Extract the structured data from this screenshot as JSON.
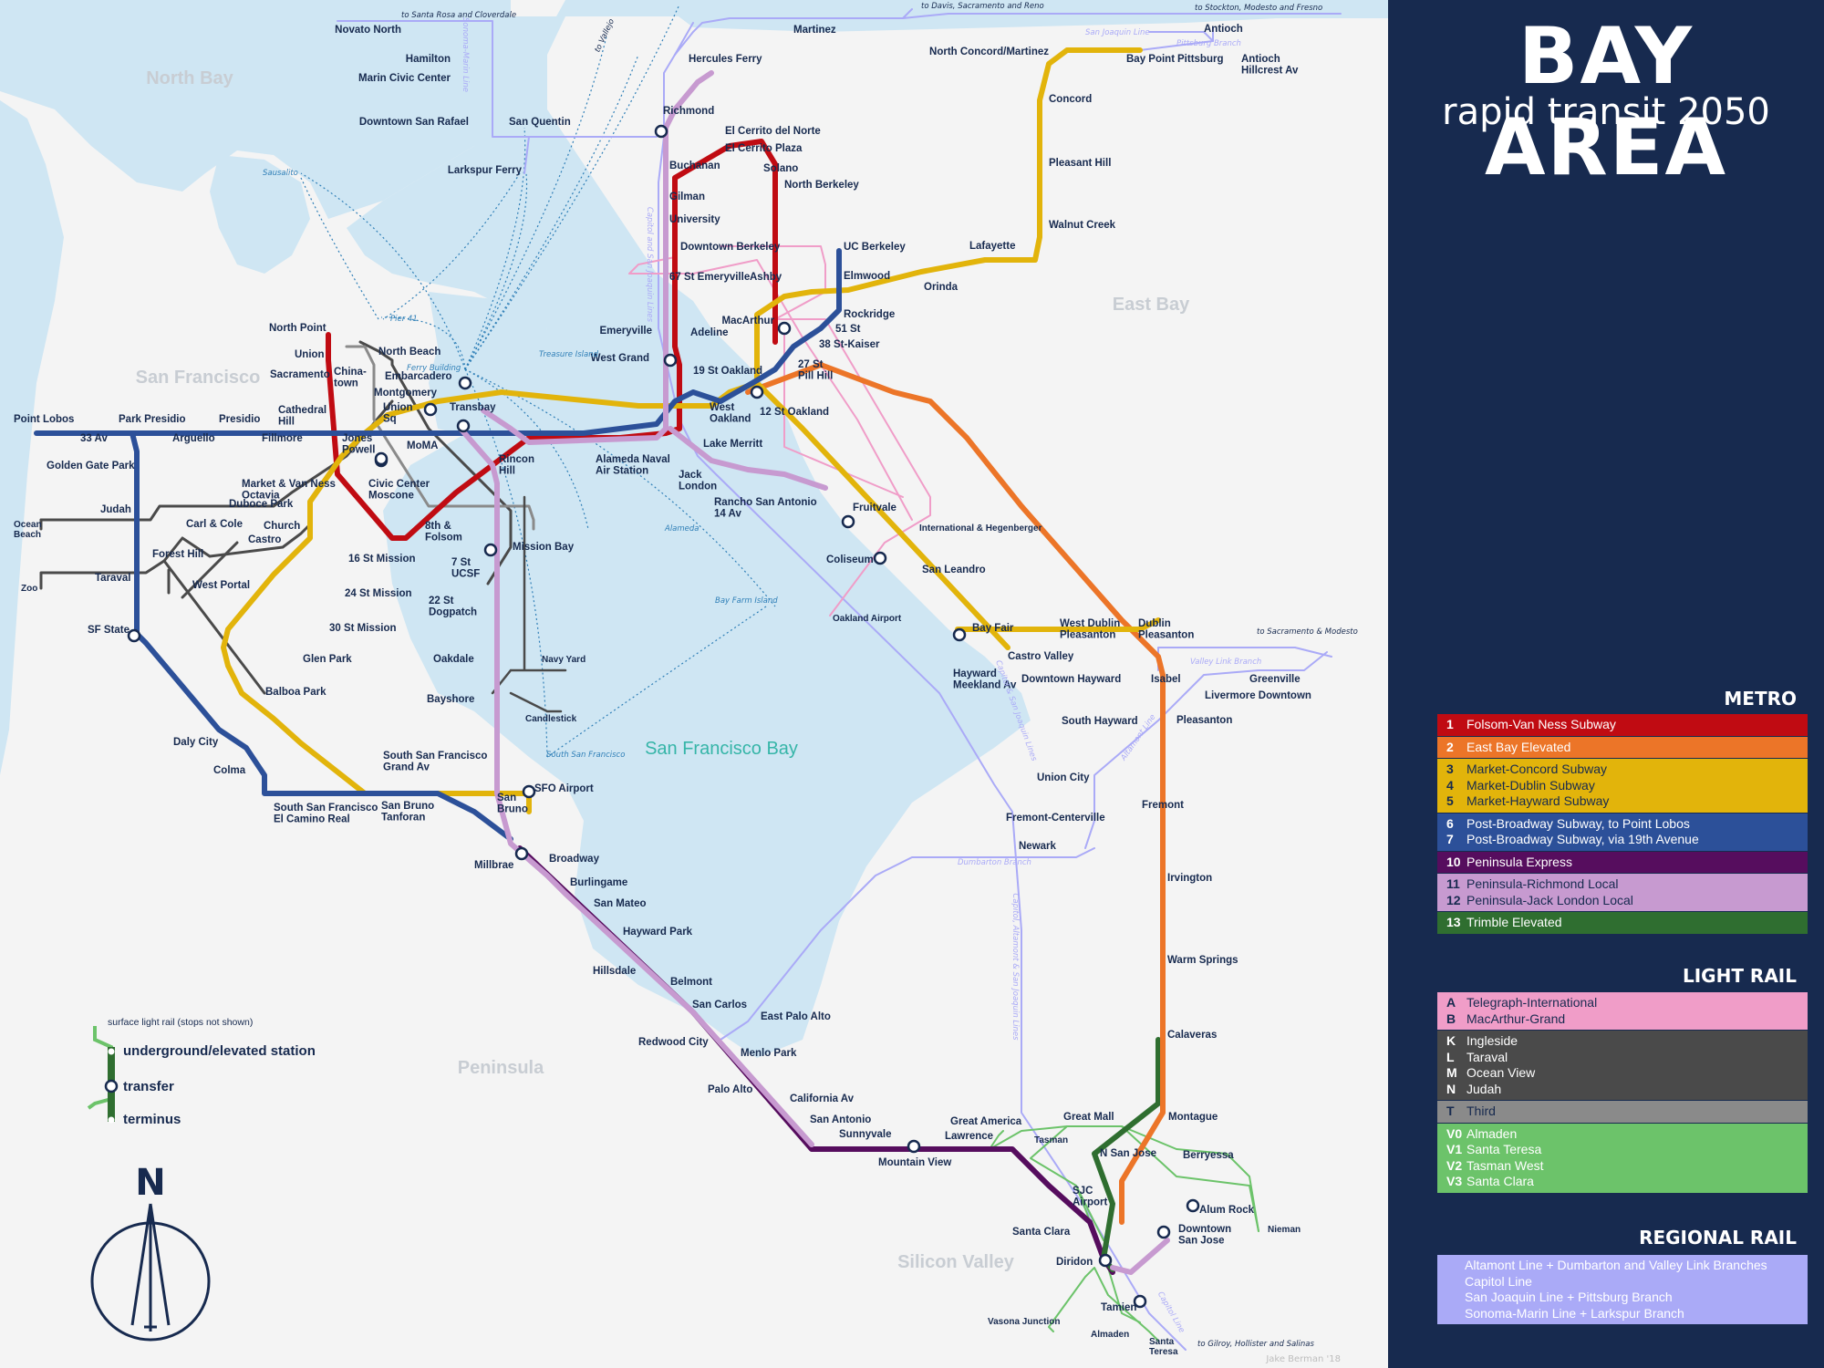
{
  "header": {
    "title": "BAY AREA",
    "subtitle": "rapid transit 2050"
  },
  "credit": "Jake Berman '18",
  "regions": {
    "north_bay": "North Bay",
    "san_francisco": "San Francisco",
    "east_bay": "East Bay",
    "peninsula": "Peninsula",
    "silicon_valley": "Silicon Valley",
    "sf_bay": "San Francisco Bay"
  },
  "legend": {
    "metro": {
      "title": "METRO",
      "groups": [
        {
          "color": "#c00b12",
          "text": "#ffffff",
          "items": [
            {
              "code": "1",
              "name": "Folsom-Van Ness Subway"
            }
          ]
        },
        {
          "color": "#ec7528",
          "text": "#ffffff",
          "items": [
            {
              "code": "2",
              "name": "East Bay Elevated"
            }
          ]
        },
        {
          "color": "#e2b40b",
          "text": "#172a4f",
          "items": [
            {
              "code": "3",
              "name": "Market-Concord Subway"
            },
            {
              "code": "4",
              "name": "Market-Dublin Subway"
            },
            {
              "code": "5",
              "name": "Market-Hayward Subway"
            }
          ]
        },
        {
          "color": "#2c5099",
          "text": "#ffffff",
          "items": [
            {
              "code": "6",
              "name": "Post-Broadway Subway, to Point Lobos"
            },
            {
              "code": "7",
              "name": "Post-Broadway Subway, via 19th Avenue"
            }
          ]
        },
        {
          "color": "#560d5e",
          "text": "#ffffff",
          "items": [
            {
              "code": "10",
              "name": "Peninsula Express"
            }
          ]
        },
        {
          "color": "#c79ad0",
          "text": "#172a4f",
          "items": [
            {
              "code": "11",
              "name": "Peninsula-Richmond Local"
            },
            {
              "code": "12",
              "name": "Peninsula-Jack London Local"
            }
          ]
        },
        {
          "color": "#2f6e30",
          "text": "#ffffff",
          "items": [
            {
              "code": "13",
              "name": "Trimble Elevated"
            }
          ]
        }
      ]
    },
    "light_rail": {
      "title": "LIGHT RAIL",
      "groups": [
        {
          "color": "#f09dc8",
          "text": "#172a4f",
          "items": [
            {
              "code": "A",
              "name": "Telegraph-International"
            },
            {
              "code": "B",
              "name": "MacArthur-Grand"
            }
          ]
        },
        {
          "color": "#4a4a4a",
          "text": "#ffffff",
          "items": [
            {
              "code": "K",
              "name": "Ingleside"
            },
            {
              "code": "L",
              "name": "Taraval"
            },
            {
              "code": "M",
              "name": "Ocean View"
            },
            {
              "code": "N",
              "name": "Judah"
            }
          ]
        },
        {
          "color": "#8a8a8a",
          "text": "#172a4f",
          "items": [
            {
              "code": "T",
              "name": "Third"
            }
          ]
        },
        {
          "color": "#6cc36a",
          "text": "#ffffff",
          "items": [
            {
              "code": "V0",
              "name": "Almaden"
            },
            {
              "code": "V1",
              "name": "Santa Teresa"
            },
            {
              "code": "V2",
              "name": "Tasman West"
            },
            {
              "code": "V3",
              "name": "Santa Clara"
            }
          ]
        }
      ]
    },
    "regional": {
      "title": "REGIONAL RAIL",
      "color": "#aaaaf7",
      "text": "#ffffff",
      "items": [
        "Altamont Line + Dumbarton and Valley Link Branches",
        "Capitol Line",
        "San Joaquin Line + Pittsburg Branch",
        "Sonoma-Marin Line + Larkspur Branch"
      ]
    },
    "map_key": {
      "surface": "surface light rail (stops not shown)",
      "underground": "underground/elevated station",
      "transfer": "transfer",
      "terminus": "terminus"
    }
  },
  "compass": "N",
  "map_colors": {
    "water": "#cfe6f3",
    "land": "#f4f4f4",
    "ferry": "#2f7fb7",
    "label_dark": "#172a4f",
    "region_text": "#c8cdd3",
    "bay_text": "#36b5a8"
  },
  "line_labels": [
    "to Santa Rosa and Cloverdale",
    "Sonoma-Marin Line",
    "to Vallejo",
    "Capitol and San Joaquin Lines",
    "to Davis, Sacramento and Reno",
    "San Joaquin Line",
    "Pittsburg Branch",
    "to Stockton, Modesto and Fresno",
    "to Sacramento & Modesto",
    "Valley Link Branch",
    "Altamont Line",
    "Dumbarton Branch",
    "Capitol & San Joaquin Lines",
    "Capitol, Altamont & San Joaquin Lines",
    "Capitol Line",
    "to Gilroy, Hollister and Salinas"
  ],
  "ferry_labels": [
    "Sausalito",
    "Pier 41",
    "Ferry Building",
    "Treasure Island",
    "Alameda",
    "Bay Farm Island",
    "South San Francisco"
  ],
  "stations": [
    "Novato North",
    "Hamilton",
    "Marin Civic Center",
    "Downtown San Rafael",
    "San Quentin",
    "Larkspur Ferry",
    "Hercules Ferry",
    "Martinez",
    "Antioch",
    "North Concord/Martinez",
    "Bay Point",
    "Pittsburg",
    "Antioch Hillcrest Av",
    "Richmond",
    "El Cerrito del Norte",
    "El Cerrito Plaza",
    "Solano",
    "North Berkeley",
    "Buchanan",
    "Gilman",
    "University",
    "Downtown Berkeley",
    "67 St Emeryville",
    "Ashby",
    "UC Berkeley",
    "Elmwood",
    "Concord",
    "Pleasant Hill",
    "Walnut Creek",
    "Lafayette",
    "Orinda",
    "Rockridge",
    "51 St",
    "38 St-Kaiser",
    "27 St Pill Hill",
    "Emeryville",
    "MacArthur",
    "Adeline",
    "West Grand",
    "19 St Oakland",
    "12 St Oakland",
    "West Oakland",
    "Lake Merritt",
    "Jack London",
    "Alameda Naval Air Station",
    "Rancho San Antonio 14 Av",
    "Fruitvale",
    "International & Hegenberger",
    "Coliseum",
    "San Leandro",
    "Oakland Airport",
    "Bay Fair",
    "West Dublin Pleasanton",
    "Dublin Pleasanton",
    "Castro Valley",
    "Downtown Hayward",
    "Hayward Meekland Av",
    "Isabel",
    "Greenville",
    "Livermore Downtown",
    "Pleasanton",
    "South Hayward",
    "Union City",
    "Fremont-Centerville",
    "Fremont",
    "Newark",
    "Irvington",
    "Warm Springs",
    "Calaveras",
    "Montague",
    "Great Mall",
    "Berryessa",
    "N San Jose",
    "Alum Rock",
    "Downtown San Jose",
    "Nieman",
    "Tasman",
    "Great America",
    "Lawrence",
    "SJC Airport",
    "Santa Clara",
    "Diridon",
    "Tamien",
    "Santa Teresa",
    "Almaden",
    "Vasona Junction",
    "Mountain View",
    "Sunnyvale",
    "San Antonio",
    "California Av",
    "Palo Alto",
    "Menlo Park",
    "East Palo Alto",
    "Redwood City",
    "San Carlos",
    "Belmont",
    "Hillsdale",
    "Hayward Park",
    "San Mateo",
    "Burlingame",
    "Broadway",
    "Millbrae",
    "San Bruno",
    "SFO Airport",
    "South San Francisco Grand Av",
    "San Bruno Tanforan",
    "South San Francisco El Camino Real",
    "Colma",
    "Daly City",
    "Balboa Park",
    "Glen Park",
    "30 St Mission",
    "24 St Mission",
    "16 St Mission",
    "8th & Folsom",
    "Civic Center Moscone",
    "Market & Van Ness Octavia",
    "Duboce Park",
    "Church",
    "Castro",
    "Carl & Cole",
    "Judah",
    "Forest Hill",
    "West Portal",
    "Taraval",
    "Zoo",
    "Ocean Beach",
    "SF State",
    "Golden Gate Park",
    "Point Lobos",
    "33 Av",
    "Park Presidio",
    "Arguello",
    "Presidio",
    "Fillmore",
    "Cathedral Hill",
    "Jones Powell",
    "MoMA",
    "Union Sq",
    "Montgomery",
    "Embarcadero",
    "Transbay",
    "Rincon Hill",
    "Mission Bay",
    "7 St UCSF",
    "22 St Dogpatch",
    "Oakdale",
    "Bayshore",
    "Candlestick",
    "Navy Yard",
    "North Point",
    "Union",
    "Sacramento",
    "China-town",
    "North Beach"
  ]
}
